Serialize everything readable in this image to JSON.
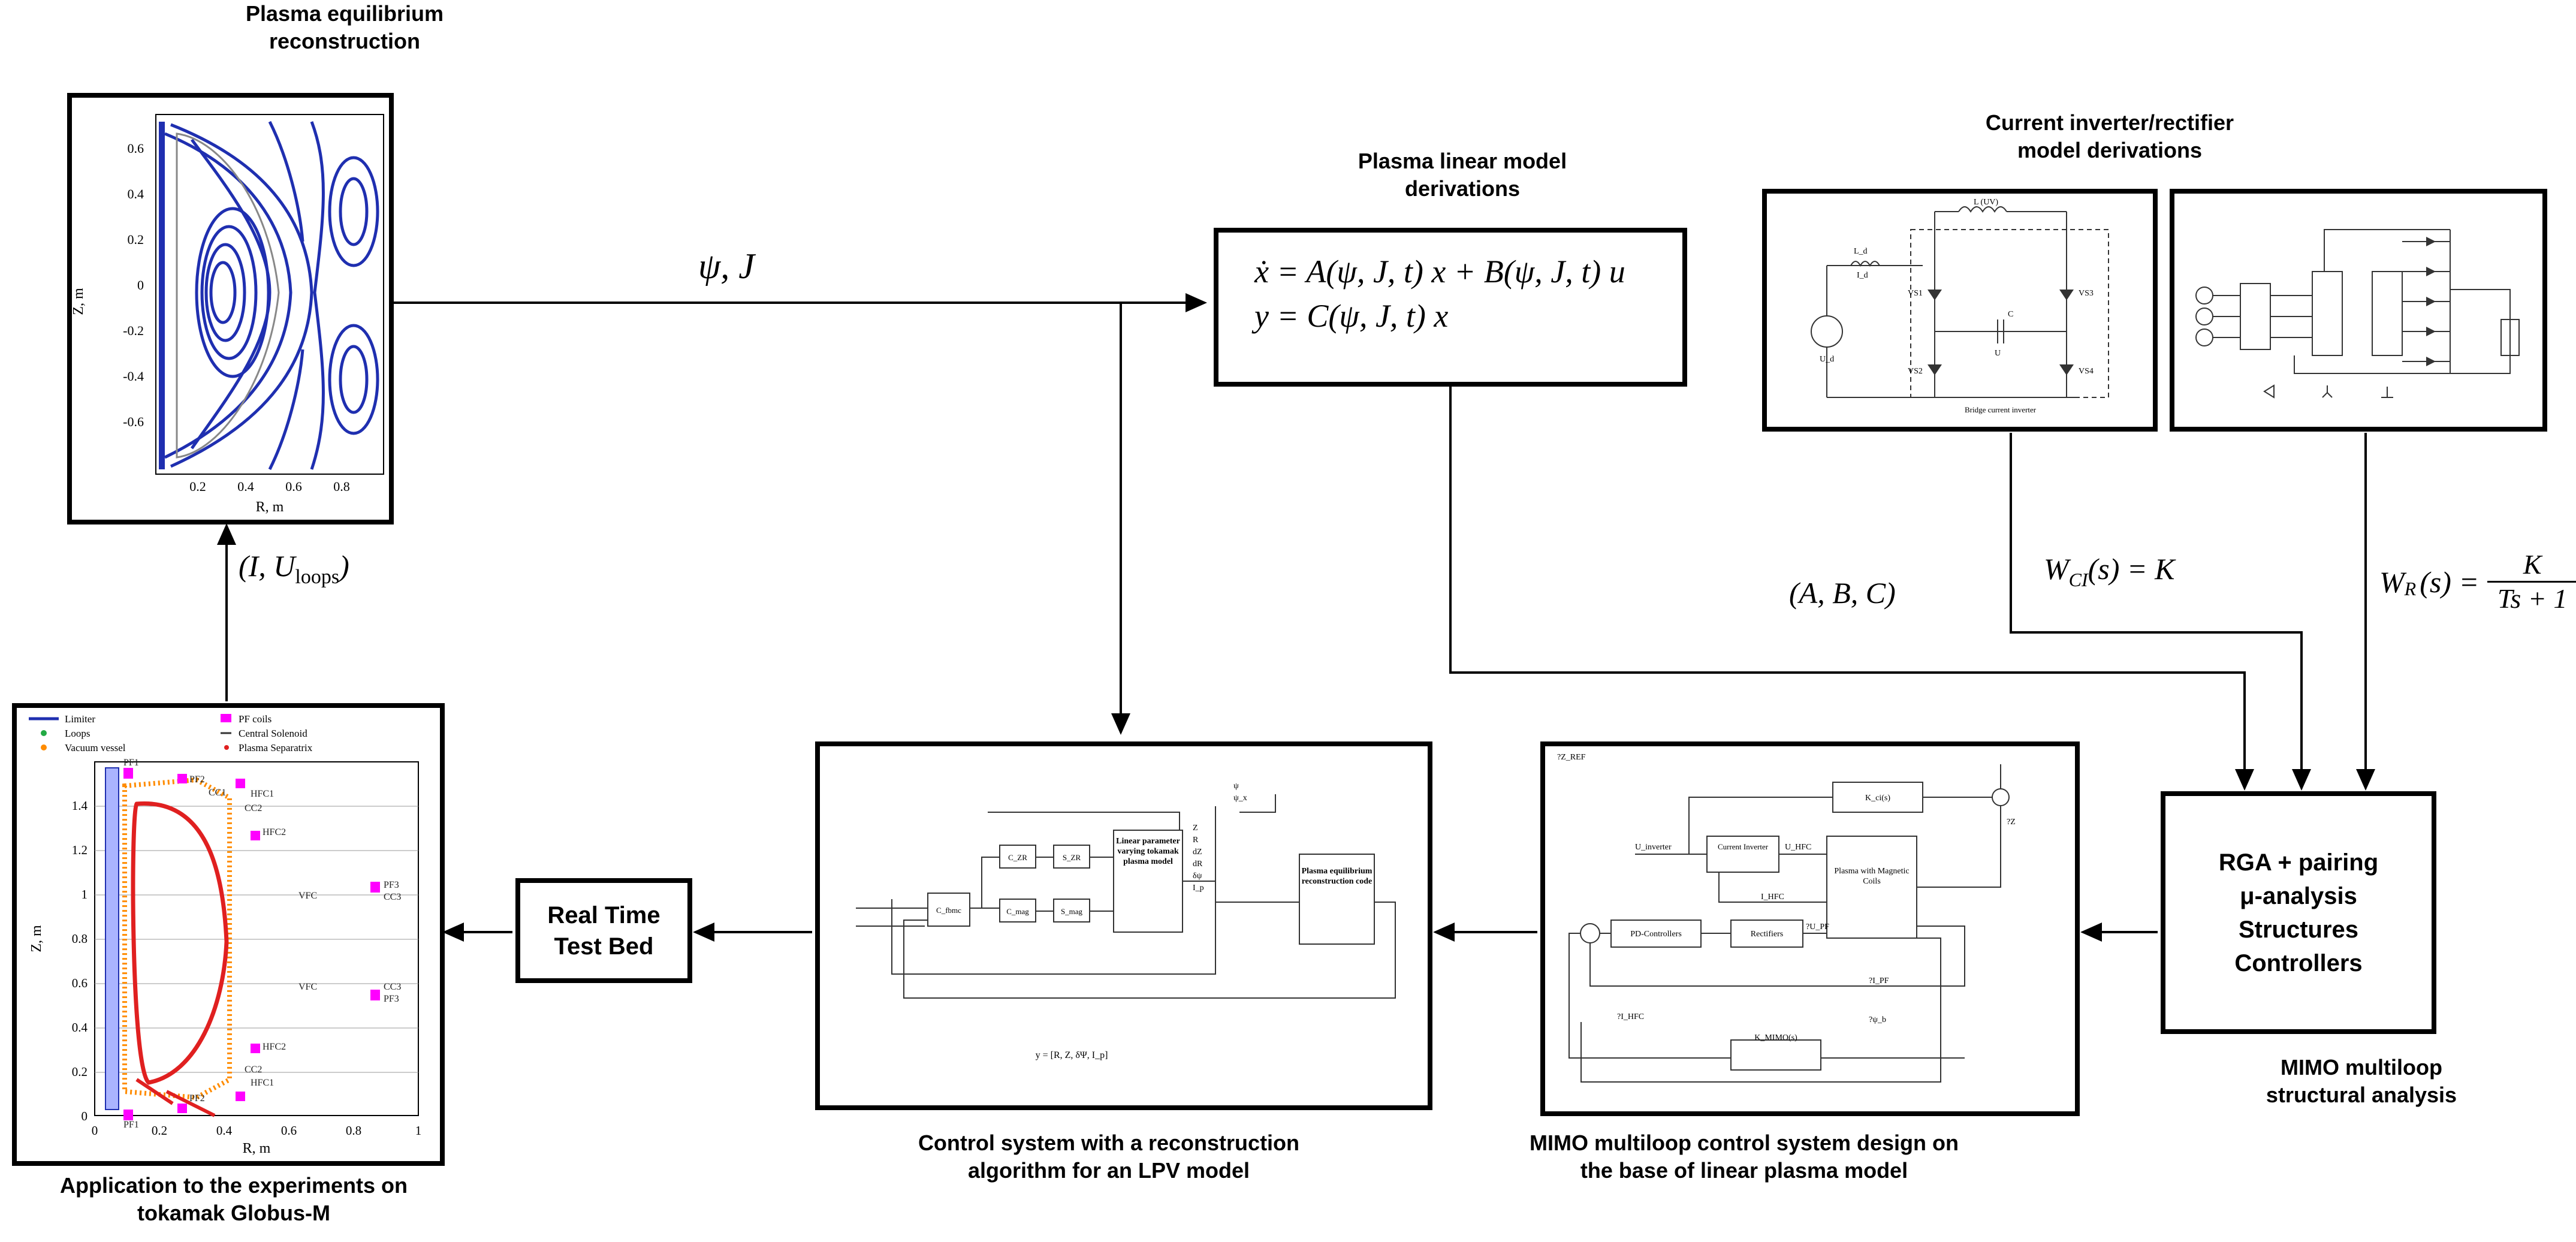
{
  "captions": {
    "equilibrium": [
      "Plasma equilibrium",
      "reconstruction"
    ],
    "linear_model": [
      "Plasma linear model",
      "derivations"
    ],
    "inverter": [
      "Current inverter/rectifier",
      "model derivations"
    ],
    "mimo_structural": [
      "MIMO multiloop",
      "structural analysis"
    ],
    "mimo_design": [
      "MIMO multiloop control system design on",
      "the base of  linear plasma model"
    ],
    "control_system": [
      "Control system with a reconstruction",
      "algorithm for an LPV model"
    ],
    "application": [
      "Application to the experiments on",
      "tokamak Globus-M"
    ]
  },
  "labels": {
    "psi_j": "ψ, J",
    "abc": "(A, B, C)",
    "i_u": "(I, U",
    "loops_sub": "loops",
    "close_paren": ")",
    "wci": "W",
    "wci_sub": "CI",
    "wci_rest": "(s) = K",
    "wr": "W",
    "wr_sub": "R",
    "wr_rest": "(s) =",
    "wr_num": "K",
    "wr_den": "Ts + 1"
  },
  "equations": {
    "line1": "ẋ = A(ψ, J, t) x + B(ψ, J, t) u",
    "line2": "y = C(ψ, J, t) x"
  },
  "boxes": {
    "rga": [
      "RGA + pairing",
      "μ-analysis",
      "Structures",
      "Controllers"
    ],
    "rtb": [
      "Real Time",
      "Test Bed"
    ]
  },
  "equilibrium_plot": {
    "xlabel": "R, m",
    "ylabel": "Z, m",
    "xticks": [
      "0.2",
      "0.4",
      "0.6",
      "0.8"
    ],
    "yticks": [
      "0.6",
      "0.4",
      "0.2",
      "0",
      "-0.2",
      "-0.4",
      "-0.6"
    ],
    "line_color": "#1f2fb0"
  },
  "globus_plot": {
    "xlabel": "R, m",
    "ylabel": "Z, m",
    "xticks": [
      "0",
      "0.2",
      "0.4",
      "0.6",
      "0.8",
      "1"
    ],
    "yticks": [
      "1.4",
      "1.2",
      "1",
      "0.8",
      "0.6",
      "0.4",
      "0.2",
      "0"
    ],
    "legend": [
      "Limiter",
      "PF coils",
      "Loops",
      "Central Solenoid",
      "Vacuum vessel",
      "Plasma Separatrix"
    ],
    "coil_labels": [
      "PF1",
      "PF2",
      "CC1",
      "HFC1",
      "CC2",
      "HFC2",
      "PF3",
      "CC3",
      "VFC",
      "VFC",
      "CC3",
      "PF3",
      "HFC2",
      "CC2",
      "HFC1",
      "PF2",
      "PF1"
    ],
    "separatrix_color": "#e02020",
    "coil_color": "#ff00ff"
  },
  "control_diagram": {
    "blocks": [
      "C_fbmc",
      "C_ZR",
      "S_ZR",
      "C_mag",
      "S_mag",
      "Linear parameter varying tokamak plasma model",
      "Plasma equilibrium reconstruction code"
    ],
    "outputs": [
      "Z",
      "R",
      "dZ",
      "dR",
      "δψ",
      "I_p",
      "ψ",
      "ψ_x"
    ],
    "footer": "y = [R, Z, δΨ, I_p]"
  },
  "mimo_diagram": {
    "blocks": [
      "K_ci(s)",
      "Current Inverter",
      "Plasma with Magnetic Coils",
      "PD-Controllers",
      "Rectifiers",
      "K_MIMO(s)"
    ],
    "signals": [
      "?Z_REF",
      "U_inverter",
      "U_HFC",
      "I_HFC",
      "?U_PF",
      "?I_PF",
      "?I_HFC",
      "?Z",
      "?ψ_b"
    ]
  },
  "circuit1": {
    "labels": [
      "L (UV)",
      "L_d",
      "U_d",
      "I_d",
      "VS1",
      "VS2",
      "VS3",
      "VS4",
      "C",
      "U",
      "Bridge current inverter"
    ]
  }
}
